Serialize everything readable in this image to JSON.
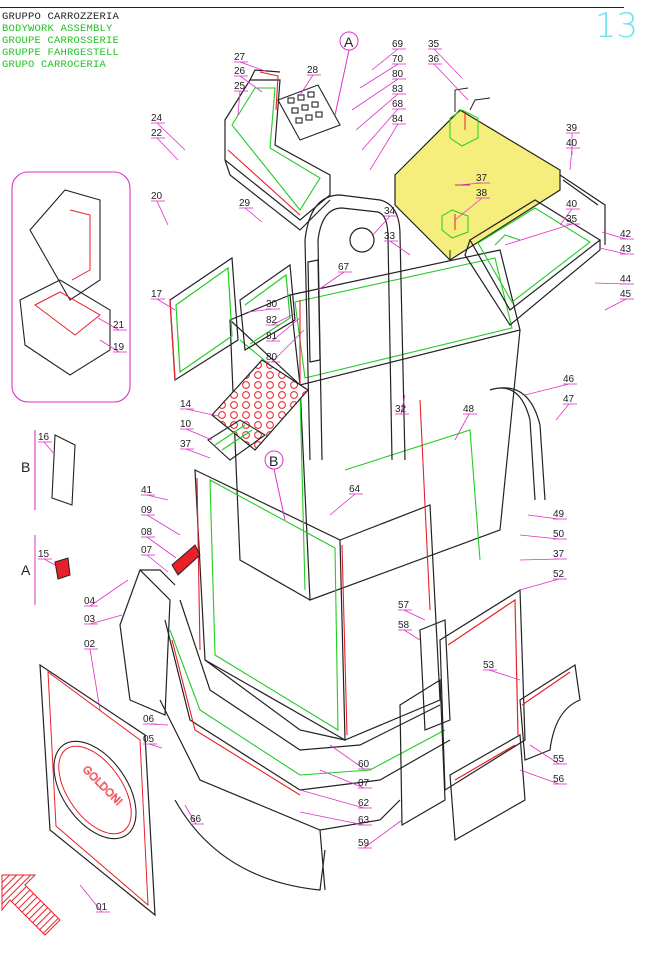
{
  "header": {
    "titles": [
      "GRUPPO CARROZZERIA",
      "BODYWORK ASSEMBLY",
      "GROUPE CARROSSERIE",
      "GRUPPE FAHRGESTELL",
      "GRUPO CARROCERIA"
    ],
    "page_number": "13"
  },
  "colors": {
    "outline": "#222222",
    "green": "#22cc22",
    "red": "#e8202a",
    "magenta": "#e030c8",
    "highlight": "#f5ee7c",
    "cyan": "#6fe4f0"
  },
  "detail_markers": {
    "A": "A",
    "B": "B"
  },
  "callouts": [
    {
      "id": "c27",
      "text": "27"
    },
    {
      "id": "c26",
      "text": "26"
    },
    {
      "id": "c25",
      "text": "25"
    },
    {
      "id": "c28",
      "text": "28"
    },
    {
      "id": "c69",
      "text": "69"
    },
    {
      "id": "c70",
      "text": "70"
    },
    {
      "id": "c80a",
      "text": "80"
    },
    {
      "id": "c83",
      "text": "83"
    },
    {
      "id": "c68",
      "text": "68"
    },
    {
      "id": "c84",
      "text": "84"
    },
    {
      "id": "c35a",
      "text": "35"
    },
    {
      "id": "c36",
      "text": "36"
    },
    {
      "id": "c37a",
      "text": "37"
    },
    {
      "id": "c38",
      "text": "38"
    },
    {
      "id": "c39",
      "text": "39"
    },
    {
      "id": "c40a",
      "text": "40"
    },
    {
      "id": "c40b",
      "text": "40"
    },
    {
      "id": "c35b",
      "text": "35"
    },
    {
      "id": "c42",
      "text": "42"
    },
    {
      "id": "c43",
      "text": "43"
    },
    {
      "id": "c44",
      "text": "44"
    },
    {
      "id": "c45",
      "text": "45"
    },
    {
      "id": "c24",
      "text": "24"
    },
    {
      "id": "c22",
      "text": "22"
    },
    {
      "id": "c20",
      "text": "20"
    },
    {
      "id": "c29",
      "text": "29"
    },
    {
      "id": "c34",
      "text": "34"
    },
    {
      "id": "c33",
      "text": "33"
    },
    {
      "id": "c67",
      "text": "67"
    },
    {
      "id": "c17",
      "text": "17"
    },
    {
      "id": "c30",
      "text": "30"
    },
    {
      "id": "c82",
      "text": "82"
    },
    {
      "id": "c81",
      "text": "81"
    },
    {
      "id": "c80b",
      "text": "80"
    },
    {
      "id": "c21",
      "text": "21"
    },
    {
      "id": "c19",
      "text": "19"
    },
    {
      "id": "c14",
      "text": "14"
    },
    {
      "id": "c10",
      "text": "10"
    },
    {
      "id": "c37b",
      "text": "37"
    },
    {
      "id": "c32",
      "text": "32"
    },
    {
      "id": "c48",
      "text": "48"
    },
    {
      "id": "c46",
      "text": "46"
    },
    {
      "id": "c47",
      "text": "47"
    },
    {
      "id": "c16",
      "text": "16"
    },
    {
      "id": "c41",
      "text": "41"
    },
    {
      "id": "c09",
      "text": "09"
    },
    {
      "id": "c08",
      "text": "08"
    },
    {
      "id": "c07a",
      "text": "07"
    },
    {
      "id": "c64",
      "text": "64"
    },
    {
      "id": "c49",
      "text": "49"
    },
    {
      "id": "c50",
      "text": "50"
    },
    {
      "id": "c37c",
      "text": "37"
    },
    {
      "id": "c52",
      "text": "52"
    },
    {
      "id": "c15",
      "text": "15"
    },
    {
      "id": "c04",
      "text": "04"
    },
    {
      "id": "c03",
      "text": "03"
    },
    {
      "id": "c02",
      "text": "02"
    },
    {
      "id": "c57",
      "text": "57"
    },
    {
      "id": "c58",
      "text": "58"
    },
    {
      "id": "c53",
      "text": "53"
    },
    {
      "id": "c06",
      "text": "06"
    },
    {
      "id": "c05",
      "text": "05"
    },
    {
      "id": "c60",
      "text": "60"
    },
    {
      "id": "c07b",
      "text": "07"
    },
    {
      "id": "c62",
      "text": "62"
    },
    {
      "id": "c63",
      "text": "63"
    },
    {
      "id": "c55",
      "text": "55"
    },
    {
      "id": "c56",
      "text": "56"
    },
    {
      "id": "c66",
      "text": "66"
    },
    {
      "id": "c59",
      "text": "59"
    },
    {
      "id": "c01",
      "text": "01"
    }
  ]
}
